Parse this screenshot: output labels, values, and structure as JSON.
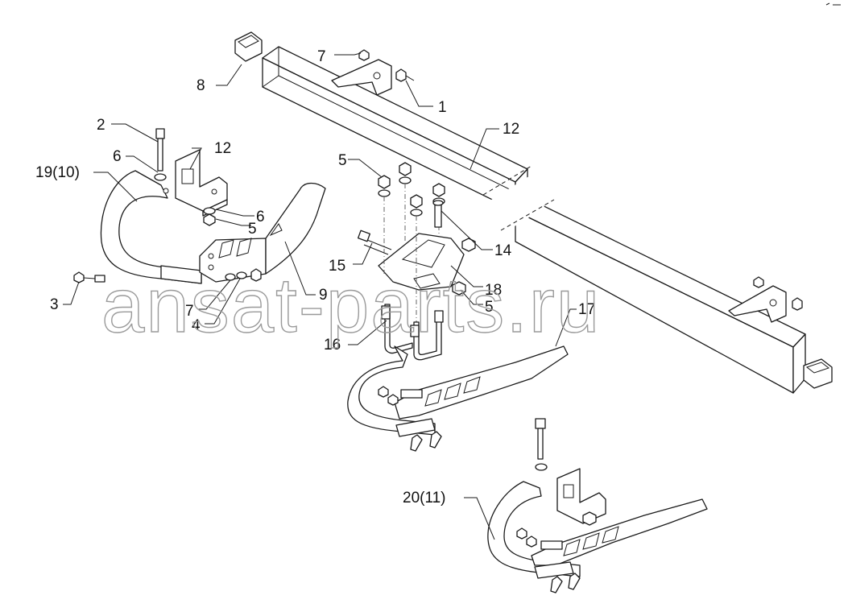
{
  "callouts": {
    "c1": "1",
    "c2": "2",
    "c3": "3",
    "c4": "4",
    "c5a": "5",
    "c5b": "5",
    "c5c": "5",
    "c6a": "6",
    "c6b": "6",
    "c7a": "7",
    "c7b": "7",
    "c8": "8",
    "c9": "9",
    "c12a": "12",
    "c12b": "12",
    "c14": "14",
    "c15": "15",
    "c16": "16",
    "c17": "17",
    "c18": "18",
    "c19": "19(10)",
    "c20": "20(11)"
  },
  "watermark": "ansat-parts.ru",
  "colors": {
    "line": "#1a1a1a",
    "watermark": "#9a9a9a",
    "background": "#ffffff"
  }
}
